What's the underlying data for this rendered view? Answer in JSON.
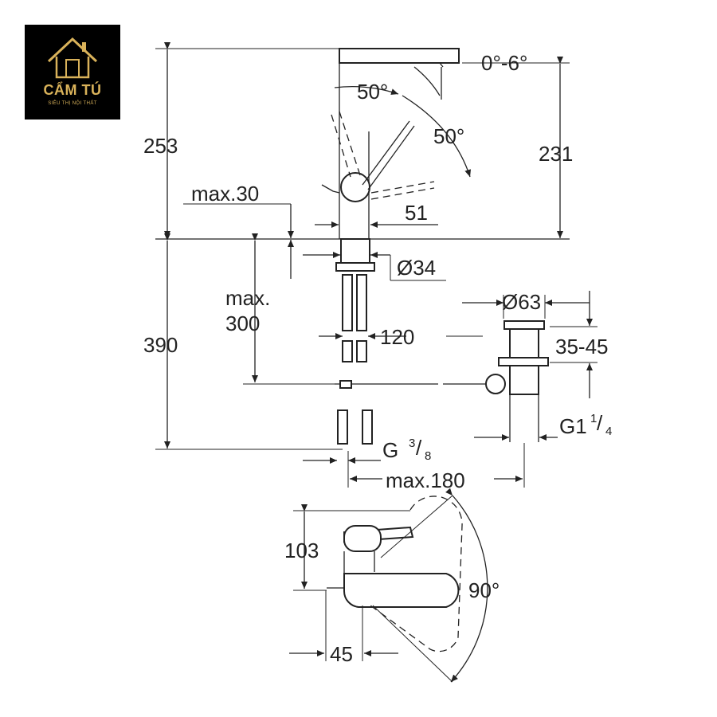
{
  "logo": {
    "brand": "CẨM TÚ",
    "tagline": "SIÊU THỊ NỘI THẤT",
    "icon": "house-icon"
  },
  "dimensions": {
    "spout_tilt": "0°-6°",
    "lever_angle_top": "50°",
    "lever_angle_side": "50°",
    "total_height": "253",
    "spout_height": "231",
    "deck_max": "max.30",
    "body_width": "51",
    "shank_diameter": "Ø34",
    "below_deck": "390",
    "hose_max_line1": "max.",
    "hose_max_line2": "300",
    "hose_spacing": "120",
    "drain_diameter": "Ø63",
    "drain_range": "35-45",
    "drain_thread": "G1",
    "drain_thread_num": "1",
    "drain_thread_den": "4",
    "hose_thread": "G",
    "hose_thread_num": "3",
    "hose_thread_den": "8",
    "drain_reach": "max.180",
    "plan_depth": "103",
    "plan_offset": "45",
    "plan_rotation": "90°"
  },
  "colors": {
    "line": "#222222",
    "logo_bg": "#000000",
    "logo_gold": "#d9b25a"
  }
}
